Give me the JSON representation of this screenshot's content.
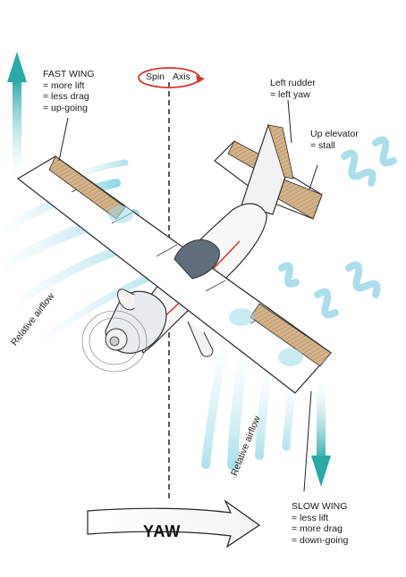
{
  "fast_wing": {
    "title": "FAST WING",
    "lines": [
      "= more lift",
      "= less drag",
      "= up-going"
    ]
  },
  "slow_wing": {
    "title": "SLOW WING",
    "lines": [
      "= less lift",
      "= more drag",
      "= down-going"
    ]
  },
  "left_rudder": {
    "lines": [
      "Left rudder",
      "= left yaw"
    ]
  },
  "up_elevator": {
    "lines": [
      "Up elevator",
      "= stall"
    ]
  },
  "spin_axis": {
    "left": "Spin",
    "right": "Axis"
  },
  "relative_airflow_left": "Relative airflow",
  "relative_airflow_right": "Relative airflow",
  "yaw": "YAW",
  "colors": {
    "airflow": "#8fd3e3",
    "arrow_teal": "#2aa9a6",
    "wood": "#c9a77c",
    "spin_red": "#d9352b",
    "outline": "#333333"
  }
}
